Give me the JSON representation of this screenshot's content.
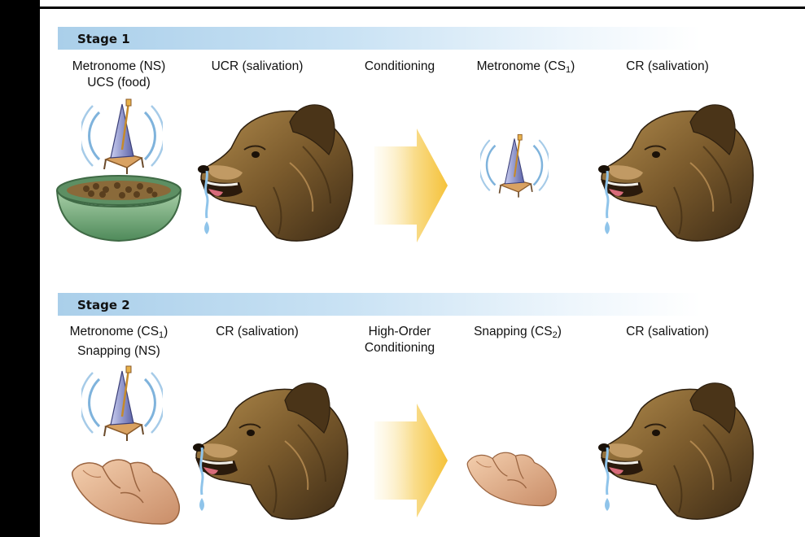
{
  "stage1": {
    "title": "Stage 1",
    "labels": {
      "col1_line1": "Metronome (NS)",
      "col1_line2": "UCS (food)",
      "col2": "UCR (salivation)",
      "col3": "Conditioning",
      "col4_main": "Metronome (CS",
      "col4_sub": "1",
      "col4_end": ")",
      "col5": "CR (salivation)"
    }
  },
  "stage2": {
    "title": "Stage 2",
    "labels": {
      "col1_main": "Metronome (CS",
      "col1_sub": "1",
      "col1_end": ")",
      "col1_line2": "Snapping (NS)",
      "col2": "CR (salivation)",
      "col3_line1": "High-Order",
      "col3_line2": "Conditioning",
      "col4_main": "Snapping (CS",
      "col4_sub": "2",
      "col4_end": ")",
      "col5": "CR (salivation)"
    }
  },
  "colors": {
    "stage_bar": "#aacfea",
    "arrow": "#f8c84a",
    "dog_fur": "#7a5a2c",
    "bowl": "#6fa679",
    "metronome": "#8a90c8"
  },
  "icons": [
    "metronome-icon",
    "food-bowl-icon",
    "dog-head-icon",
    "arrow-icon",
    "snapping-hand-icon"
  ]
}
